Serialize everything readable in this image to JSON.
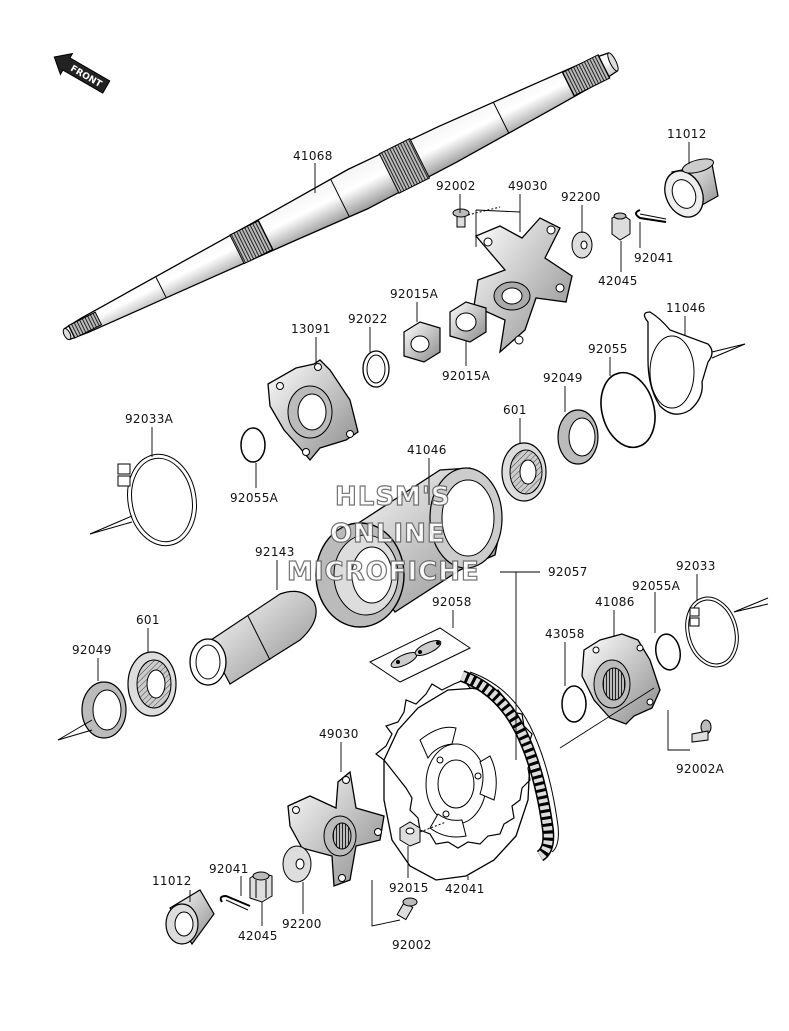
{
  "front_label": "FRONT",
  "watermark": [
    "HLSM'S",
    "ONLINE",
    "MICROFICHE"
  ],
  "labels": {
    "p41068": "41068",
    "p11012_top": "11012",
    "p92002_top": "92002",
    "p49030_top": "49030",
    "p92200_top": "92200",
    "p42045_top": "42045",
    "p92041_top": "92041",
    "p13091": "13091",
    "p92022": "92022",
    "p92015A_a": "92015A",
    "p92015A_b": "92015A",
    "p11046": "11046",
    "p92055": "92055",
    "p92049_r": "92049",
    "p601_r": "601",
    "p92033A": "92033A",
    "p92055A_l": "92055A",
    "p41046": "41046",
    "p92143": "92143",
    "p92057": "92057",
    "p92058": "92058",
    "p92033": "92033",
    "p92055A_r": "92055A",
    "p41086": "41086",
    "p43058": "43058",
    "p601_l": "601",
    "p92049_l": "92049",
    "p92002A": "92002A",
    "p49030_bot": "49030",
    "p11012_bot": "11012",
    "p92041_bot": "92041",
    "p42045_bot": "42045",
    "p92200_bot": "92200",
    "p92015": "92015",
    "p92002_bot": "92002",
    "p42041": "42041"
  }
}
